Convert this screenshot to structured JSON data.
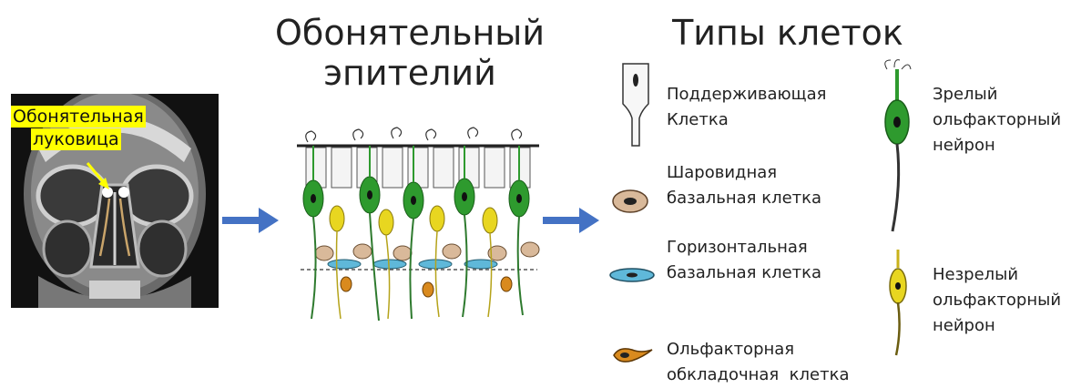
{
  "ct_scan": {
    "label_line1": "Обонятельная",
    "label_line2": "луковица"
  },
  "epithelium": {
    "title_line1": "Обонятельный",
    "title_line2": "эпителий"
  },
  "cell_types": {
    "title": "Типы клеток",
    "items": [
      {
        "line1": "Поддерживающая",
        "line2": "Клетка",
        "icon": "supporting-cell-icon"
      },
      {
        "line1": "Шаровидная",
        "line2": "базальная клетка",
        "icon": "globose-basal-cell-icon"
      },
      {
        "line1": "Горизонтальная",
        "line2": "базальная клетка",
        "icon": "horizontal-basal-cell-icon"
      },
      {
        "line1": "Ольфакторная",
        "line2": "обкладочная  клетка",
        "icon": "ensheathing-cell-icon"
      },
      {
        "line1": "Зрелый",
        "line2": "ольфакторный",
        "line3": "нейрон",
        "icon": "mature-neuron-icon"
      },
      {
        "line1": "Незрелый",
        "line2": "ольфакторный",
        "line3": "нейрон",
        "icon": "immature-neuron-icon"
      }
    ]
  },
  "colors": {
    "arrow": "#4472c4",
    "mature_neuron": "#2e9a2e",
    "immature_neuron": "#e8d620",
    "globose_basal": "#d9b99a",
    "horizontal_basal": "#5fb8d9",
    "ensheathing": "#d98a1e",
    "label_highlight": "#ffff00"
  }
}
